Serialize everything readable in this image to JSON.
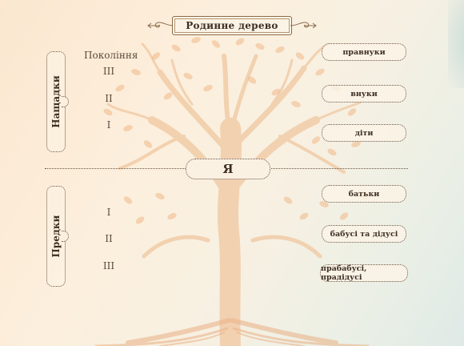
{
  "title": "Родинне дерево",
  "generations_label": "Покоління",
  "descendants": {
    "label": "Нащадки",
    "numerals": [
      "III",
      "II",
      "I"
    ]
  },
  "ancestors": {
    "label": "Предки",
    "numerals": [
      "I",
      "II",
      "III"
    ]
  },
  "self_label": "Я",
  "right_labels": {
    "great_grandchildren": "правнуки",
    "grandchildren": "внуки",
    "children": "діти",
    "parents": "батьки",
    "grandparents": "бабусі та дідусі",
    "great_grandparents": "прабабусі, прадідусі"
  },
  "colors": {
    "ink": "#3e2f22",
    "frame": "#6b5544",
    "tree": "#e8a874",
    "background": "#fcefdd"
  }
}
